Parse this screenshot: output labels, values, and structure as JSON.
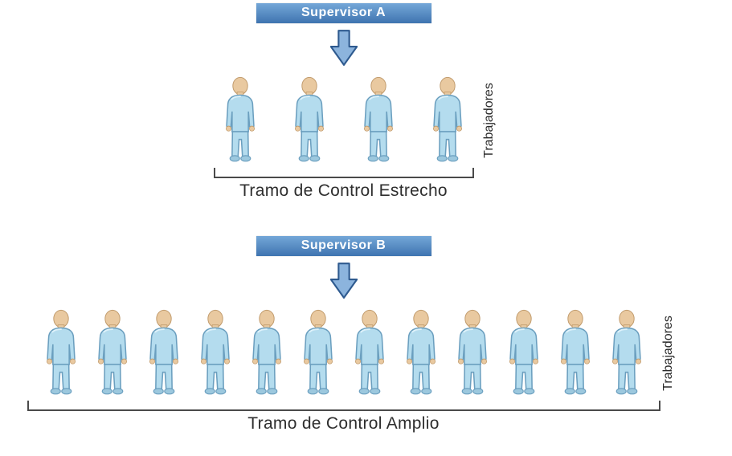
{
  "diagram": {
    "title": "Span of control comparison diagram",
    "sections": [
      {
        "id": "narrow",
        "supervisor_label": "Supervisor A",
        "workers_count": 4,
        "workers_axis_label": "Trabajadores",
        "span_label": "Tramo de Control Estrecho"
      },
      {
        "id": "wide",
        "supervisor_label": "Supervisor B",
        "workers_count": 12,
        "workers_axis_label": "Trabajadores",
        "span_label": "Tramo de Control Amplio"
      }
    ],
    "icons": {
      "arrow": "down-block-arrow",
      "worker": "person-figure"
    },
    "colors": {
      "banner_top": "#74a7d8",
      "banner_bottom": "#3f74b0",
      "banner_text": "#ffffff",
      "arrow_fill": "#8cb4dd",
      "arrow_border": "#2e5a8f",
      "body_fill": "#b4dcee",
      "body_stroke": "#6b9fbf",
      "skin": "#e9c9a0",
      "skin_stroke": "#c09a6b",
      "label_text": "#2e2e2e",
      "bracket": "#4a4a4a"
    }
  }
}
